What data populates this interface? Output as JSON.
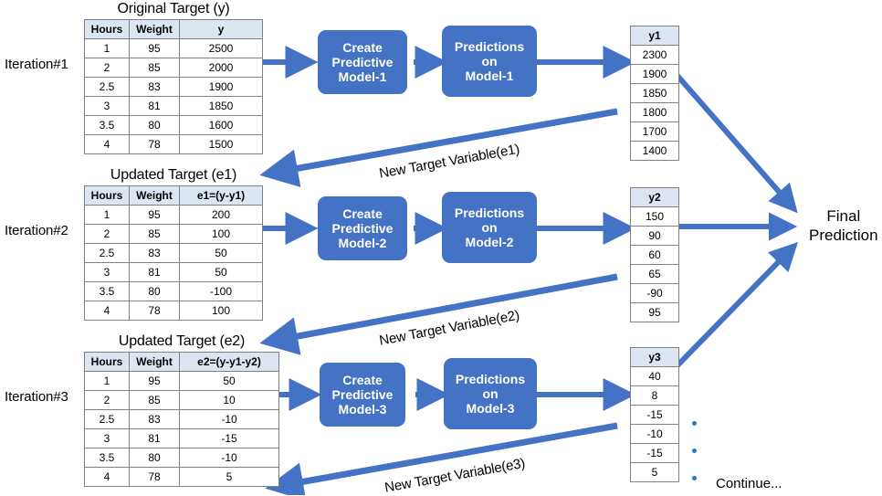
{
  "diagram": {
    "title_alt": "Gradient Boosting Iterative Process",
    "accent_blue": "#4472C4",
    "header_fill": "#DCE6F2",
    "dot_blue": "#1F7AC4"
  },
  "iterations": [
    {
      "label": "Iteration#1"
    },
    {
      "label": "Iteration#2"
    },
    {
      "label": "Iteration#3"
    }
  ],
  "tables": [
    {
      "title": "Original Target (y)",
      "headers": [
        "Hours",
        "Weight",
        "y"
      ],
      "rows": [
        [
          "1",
          "95",
          "2500"
        ],
        [
          "2",
          "85",
          "2000"
        ],
        [
          "2.5",
          "83",
          "1900"
        ],
        [
          "3",
          "81",
          "1850"
        ],
        [
          "3.5",
          "80",
          "1600"
        ],
        [
          "4",
          "78",
          "1500"
        ]
      ]
    },
    {
      "title": "Updated Target (e1)",
      "headers": [
        "Hours",
        "Weight",
        "e1=(y-y1)"
      ],
      "rows": [
        [
          "1",
          "95",
          "200"
        ],
        [
          "2",
          "85",
          "100"
        ],
        [
          "2.5",
          "83",
          "50"
        ],
        [
          "3",
          "81",
          "50"
        ],
        [
          "3.5",
          "80",
          "-100"
        ],
        [
          "4",
          "78",
          "100"
        ]
      ]
    },
    {
      "title": "Updated Target (e2)",
      "headers": [
        "Hours",
        "Weight",
        "e2=(y-y1-y2)"
      ],
      "rows": [
        [
          "1",
          "95",
          "50"
        ],
        [
          "2",
          "85",
          "10"
        ],
        [
          "2.5",
          "83",
          "-10"
        ],
        [
          "3",
          "81",
          "-15"
        ],
        [
          "3.5",
          "80",
          "-10"
        ],
        [
          "4",
          "78",
          "5"
        ]
      ]
    }
  ],
  "process_boxes": [
    {
      "lines": [
        "Create",
        "Predictive",
        "Model-1"
      ]
    },
    {
      "lines": [
        "Predictions",
        "on",
        "Model-1"
      ]
    },
    {
      "lines": [
        "Create",
        "Predictive",
        "Model-2"
      ]
    },
    {
      "lines": [
        "Predictions",
        "on",
        "Model-2"
      ]
    },
    {
      "lines": [
        "Create",
        "Predictive",
        "Model-3"
      ]
    },
    {
      "lines": [
        "Predictions",
        "on",
        "Model-3"
      ]
    }
  ],
  "predictions": [
    {
      "header": "y1",
      "values": [
        "2300",
        "1900",
        "1850",
        "1800",
        "1700",
        "1400"
      ]
    },
    {
      "header": "y2",
      "values": [
        "150",
        "90",
        "60",
        "65",
        "-90",
        "95"
      ]
    },
    {
      "header": "y3",
      "values": [
        "40",
        "8",
        "-15",
        "-10",
        "-15",
        "5"
      ]
    }
  ],
  "arrow_captions": [
    {
      "text": "New Target Variable(e1)"
    },
    {
      "text": "New Target Variable(e2)"
    },
    {
      "text": "New Target Variable(e3)"
    }
  ],
  "final": {
    "line1": "Final",
    "line2": "Prediction"
  },
  "continue": {
    "text": "Continue..."
  }
}
